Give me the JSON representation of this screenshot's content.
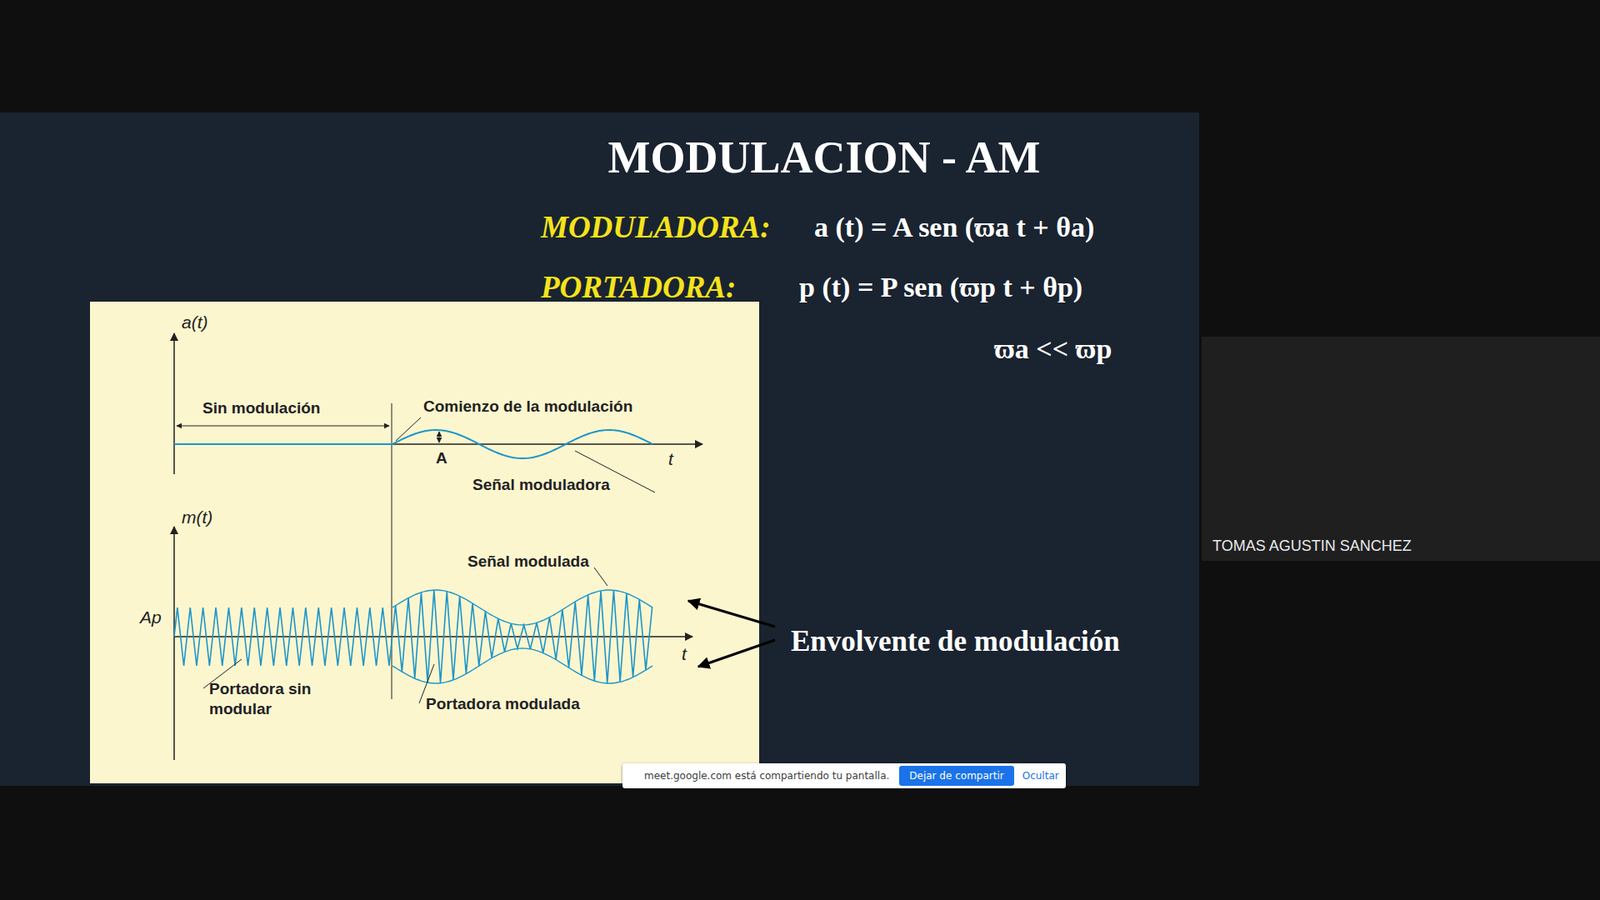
{
  "diagram": {
    "title": "MODULACION - AM",
    "nodes": [
      {
        "text": [
          "TOMAS AGUSTIN SANCHEZ"
        ]
      },
      {
        "text": [
          "meet.google.com está compartiendo tu pantalla.",
          "Ocultar"
        ]
      },
      {
        "text": [
          "Dejar de compartir"
        ],
        "in": 1
      }
    ],
    "labels": [
      "MODULADORA:",
      "a (t) = A sen (ϖa t + θa)",
      "PORTADORA:",
      "p (t) = P sen (ϖp t + θp)",
      "ϖa << ϖp",
      "a(t)",
      "Sin modulación",
      "Comienzo de la modulación",
      "A",
      "t",
      "Señal moduladora",
      "m(t)",
      "Señal modulada",
      "Ap",
      "t",
      "Portadora sin modular",
      "Portadora modulada",
      "Envolvente de modulación"
    ]
  }
}
